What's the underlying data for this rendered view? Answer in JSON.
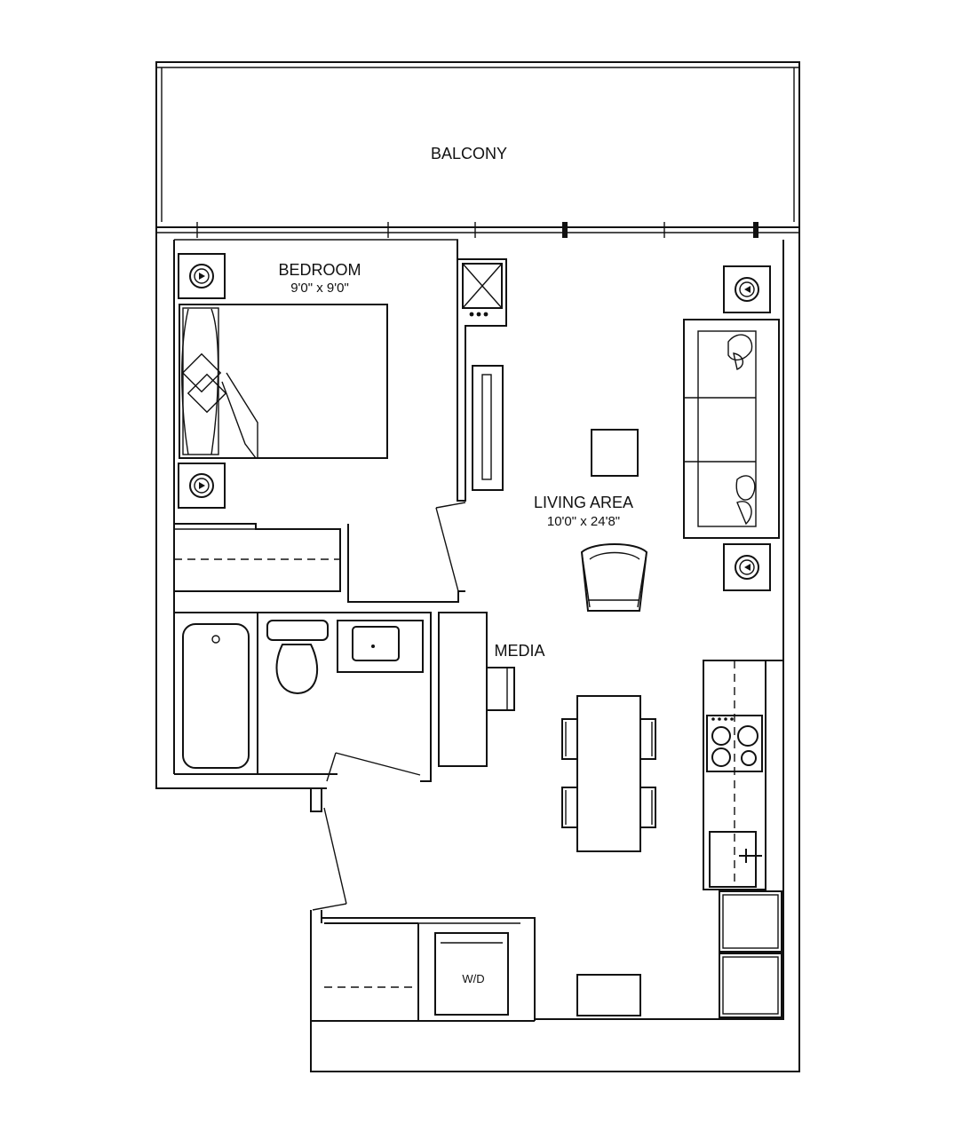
{
  "rooms": {
    "balcony": {
      "label": "BALCONY"
    },
    "bedroom": {
      "label": "BEDROOM",
      "dimensions": "9'0\" x 9'0\""
    },
    "living": {
      "label": "LIVING AREA",
      "dimensions": "10'0\" x 24'8\""
    },
    "media": {
      "label": "MEDIA"
    },
    "laundry": {
      "label": "W/D"
    }
  }
}
